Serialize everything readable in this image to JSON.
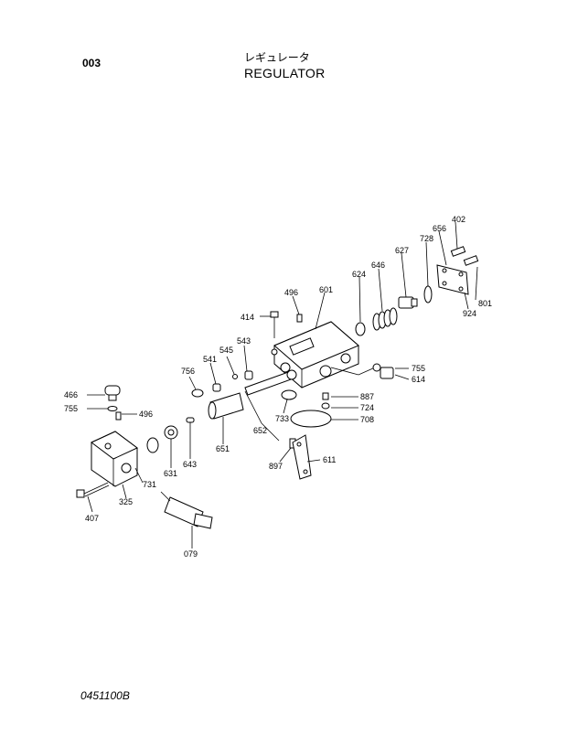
{
  "header": {
    "page_number": "003",
    "title_jp": "レギュレータ",
    "title_en": "REGULATOR"
  },
  "footer": {
    "doc_code": "0451100B"
  },
  "callouts": [
    "402",
    "656",
    "728",
    "627",
    "646",
    "624",
    "496",
    "601",
    "414",
    "543",
    "545",
    "541",
    "756",
    "755",
    "614",
    "887",
    "724",
    "708",
    "733",
    "652",
    "651",
    "643",
    "631",
    "466",
    "755",
    "496",
    "731",
    "325",
    "407",
    "079",
    "897",
    "611",
    "801",
    "924"
  ]
}
